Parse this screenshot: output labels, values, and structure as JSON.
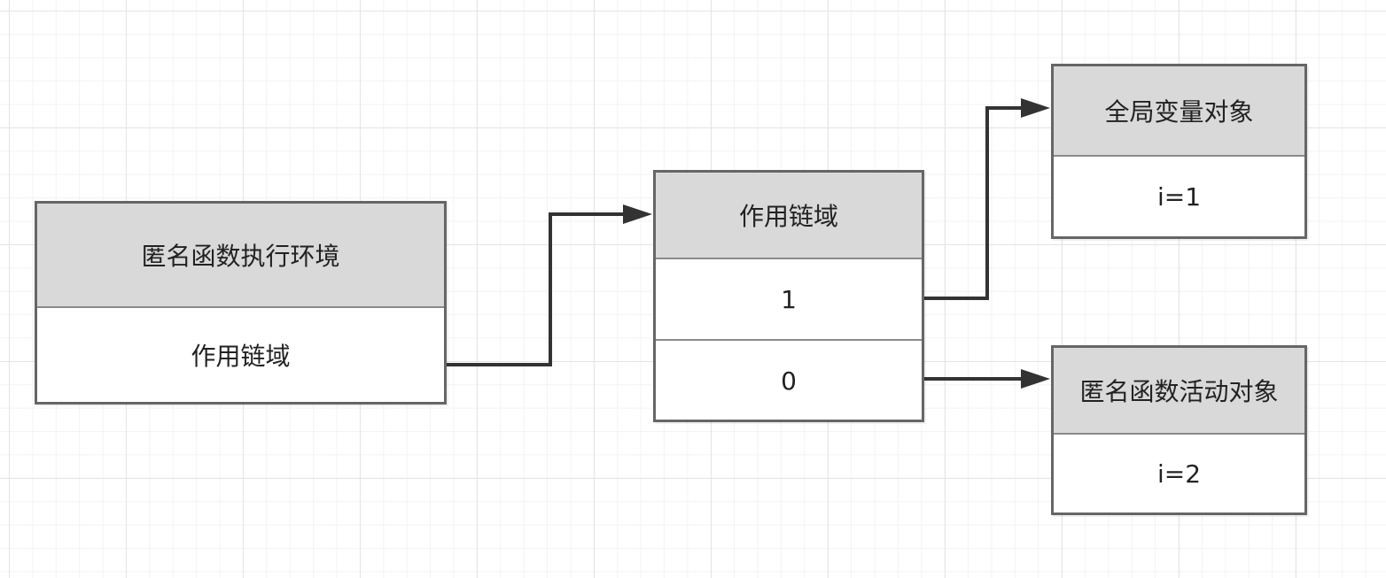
{
  "diagram": {
    "nodes": {
      "env": {
        "title": "匿名函数执行环境",
        "rows": [
          "作用链域"
        ]
      },
      "chain": {
        "title": "作用链域",
        "rows": [
          "1",
          "0"
        ]
      },
      "global": {
        "title": "全局变量对象",
        "rows": [
          "i=1"
        ]
      },
      "activation": {
        "title": "匿名函数活动对象",
        "rows": [
          "i=2"
        ]
      }
    },
    "edges": [
      {
        "from": "env.rows.0",
        "to": "chain.title"
      },
      {
        "from": "chain.rows.0",
        "to": "global.title"
      },
      {
        "from": "chain.rows.1",
        "to": "activation.title"
      }
    ],
    "colors": {
      "header_fill": "#d9d9d9",
      "border": "#666666",
      "connector": "#333333",
      "grid": "#e4e4e4"
    }
  }
}
